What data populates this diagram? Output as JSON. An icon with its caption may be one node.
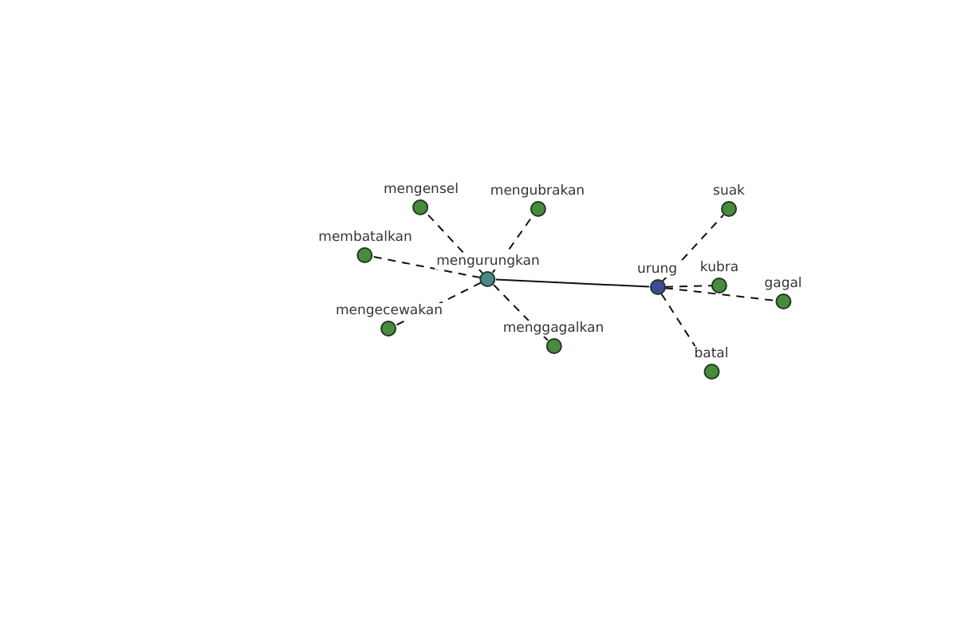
{
  "diagram": {
    "nodes": [
      {
        "text": [
          "mengurungkan"
        ]
      },
      {
        "text": [
          "urung"
        ]
      },
      {
        "text": [
          "mengensel"
        ]
      },
      {
        "text": [
          "mengubrakan"
        ]
      },
      {
        "text": [
          "membatalkan"
        ]
      },
      {
        "text": [
          "mengecewakan"
        ]
      },
      {
        "text": [
          "menggagalkan"
        ]
      },
      {
        "text": [
          "suak"
        ]
      },
      {
        "text": [
          "kubra"
        ]
      },
      {
        "text": [
          "gagal"
        ]
      },
      {
        "text": [
          "batal"
        ]
      }
    ],
    "edges": [
      {
        "from": 0,
        "to": 1,
        "arrow": "none"
      },
      {
        "from": 0,
        "to": 2,
        "arrow": "none",
        "style": "dashed"
      },
      {
        "from": 0,
        "to": 3,
        "arrow": "none",
        "style": "dashed"
      },
      {
        "from": 0,
        "to": 4,
        "arrow": "none",
        "style": "dashed"
      },
      {
        "from": 0,
        "to": 5,
        "arrow": "none",
        "style": "dashed"
      },
      {
        "from": 0,
        "to": 6,
        "arrow": "none",
        "style": "dashed"
      },
      {
        "from": 1,
        "to": 7,
        "arrow": "none",
        "style": "dashed"
      },
      {
        "from": 1,
        "to": 8,
        "arrow": "none",
        "style": "dashed"
      },
      {
        "from": 1,
        "to": 9,
        "arrow": "none",
        "style": "dashed"
      },
      {
        "from": 1,
        "to": 10,
        "arrow": "none",
        "style": "dashed"
      }
    ]
  }
}
